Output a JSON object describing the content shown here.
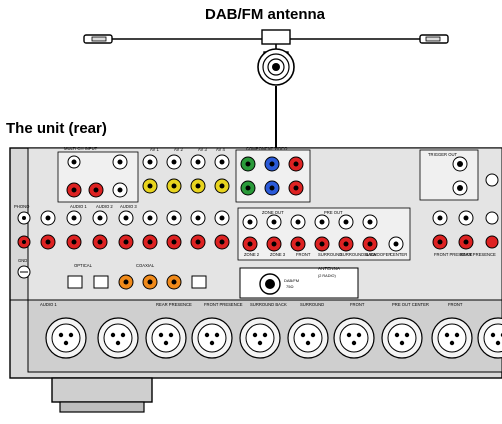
{
  "labels": {
    "antenna_title": "DAB/FM antenna",
    "unit_title": "The unit (rear)"
  },
  "panel": {
    "multi_ch_input": "MULTI CH INPUT",
    "component_video": "COMPONENT VIDEO",
    "zone_out": "ZONE OUT",
    "pre_out": "PRE OUT",
    "trigger_out": "TRIGGER OUT",
    "antenna": "ANTENNA",
    "antenna_sub": "(2 RADIO)",
    "dab_fm": "DAB/FM",
    "ohm": "75Ω",
    "av1": "AV 1",
    "av2": "AV 2",
    "av3": "AV 3",
    "av4": "AV 4",
    "audio1": "AUDIO 1",
    "audio2": "AUDIO 2",
    "audio3": "AUDIO 3",
    "audio_out": "AUDIO 1",
    "front_l": "FRONT",
    "center": "CENTER",
    "surround": "SURROUND",
    "sur_back": "SURROUND BACK",
    "subwoofer": "SUBWOOFER",
    "front": "FRONT",
    "front_presence": "FRONT PRESENCE",
    "rear_presence": "REAR PRESENCE",
    "sur_back_out": "SURROUND BACK",
    "surround_out": "SURROUND",
    "front_out": "FRONT",
    "pre_out_center": "PRE OUT CENTER",
    "front_out2": "FRONT",
    "optical": "OPTICAL",
    "coaxial": "COAXIAL",
    "phono": "PHONO",
    "gnd": "GND",
    "zone2": "ZONE 2",
    "zone3": "ZONE 3"
  }
}
